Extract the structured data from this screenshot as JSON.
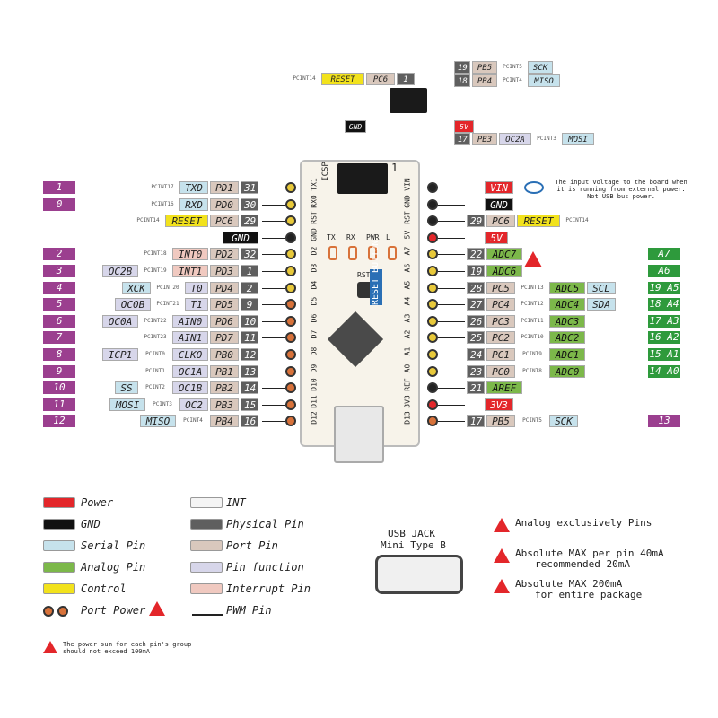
{
  "icsp": {
    "left_top": [
      "PCINT14",
      "RESET",
      "PC6",
      "1"
    ],
    "right_top": [
      [
        "19",
        "PB5",
        "PCINT5",
        "SCK"
      ],
      [
        "18",
        "PB4",
        "PCINT4",
        "MISO"
      ]
    ],
    "gnd": "GND",
    "bottom_right": [
      [
        "5V"
      ],
      [
        "17",
        "PB3",
        "OC2A",
        "PCINT3",
        "MOSI"
      ]
    ],
    "board_label": "ICSP",
    "board_num": "1"
  },
  "left_rows": [
    {
      "dig": "1",
      "parts": [
        "PCINT17",
        "TXD",
        "PD1",
        "31"
      ],
      "pin": "y"
    },
    {
      "dig": "0",
      "parts": [
        "PCINT16",
        "RXD",
        "PD0",
        "30"
      ],
      "pin": "y"
    },
    {
      "dig": "",
      "parts": [
        "PCINT14",
        "RESET",
        "PC6",
        "29"
      ],
      "pin": "y"
    },
    {
      "dig": "",
      "parts": [
        "GND"
      ],
      "pin": "k"
    },
    {
      "dig": "2",
      "parts": [
        "PCINT18",
        "INT0",
        "PD2",
        "32"
      ],
      "pin": "y"
    },
    {
      "dig": "3",
      "parts": [
        "OC2B",
        "PCINT19",
        "INT1",
        "PD3",
        "1"
      ],
      "pin": "y"
    },
    {
      "dig": "4",
      "parts": [
        "XCK",
        "PCINT20",
        "T0",
        "PD4",
        "2"
      ],
      "pin": "y"
    },
    {
      "dig": "5",
      "parts": [
        "OC0B",
        "PCINT21",
        "T1",
        "PD5",
        "9"
      ],
      "pin": "o"
    },
    {
      "dig": "6",
      "parts": [
        "OC0A",
        "PCINT22",
        "AIN0",
        "PD6",
        "10"
      ],
      "pin": "o"
    },
    {
      "dig": "7",
      "parts": [
        "PCINT23",
        "AIN1",
        "PD7",
        "11"
      ],
      "pin": "o"
    },
    {
      "dig": "8",
      "parts": [
        "ICP1",
        "PCINT0",
        "CLKO",
        "PB0",
        "12"
      ],
      "pin": "o"
    },
    {
      "dig": "9",
      "parts": [
        "PCINT1",
        "OC1A",
        "PB1",
        "13"
      ],
      "pin": "o"
    },
    {
      "dig": "10",
      "parts": [
        "SS",
        "PCINT2",
        "OC1B",
        "PB2",
        "14"
      ],
      "pin": "o"
    },
    {
      "dig": "11",
      "parts": [
        "MOSI",
        "PCINT3",
        "OC2",
        "PB3",
        "15"
      ],
      "pin": "o"
    },
    {
      "dig": "12",
      "parts": [
        "MISO",
        "PCINT4",
        "PB4",
        "16"
      ],
      "pin": "o"
    }
  ],
  "right_rows": [
    {
      "parts": [
        "VIN"
      ],
      "ana": "",
      "pin": "k"
    },
    {
      "parts": [
        "GND"
      ],
      "ana": "",
      "pin": "k"
    },
    {
      "parts": [
        "29",
        "PC6",
        "RESET",
        "PCINT14"
      ],
      "ana": "",
      "pin": "k"
    },
    {
      "parts": [
        "5V"
      ],
      "ana": "",
      "pin": "r"
    },
    {
      "parts": [
        "22",
        "ADC7"
      ],
      "ana": "A7",
      "pin": "y"
    },
    {
      "parts": [
        "19",
        "ADC6"
      ],
      "ana": "A6",
      "pin": "y"
    },
    {
      "parts": [
        "28",
        "PC5",
        "PCINT13",
        "ADC5",
        "SCL"
      ],
      "ana": "19 A5",
      "pin": "y"
    },
    {
      "parts": [
        "27",
        "PC4",
        "PCINT12",
        "ADC4",
        "SDA"
      ],
      "ana": "18 A4",
      "pin": "y"
    },
    {
      "parts": [
        "26",
        "PC3",
        "PCINT11",
        "ADC3"
      ],
      "ana": "17 A3",
      "pin": "y"
    },
    {
      "parts": [
        "25",
        "PC2",
        "PCINT10",
        "ADC2"
      ],
      "ana": "16 A2",
      "pin": "y"
    },
    {
      "parts": [
        "24",
        "PC1",
        "PCINT9",
        "ADC1"
      ],
      "ana": "15 A1",
      "pin": "y"
    },
    {
      "parts": [
        "23",
        "PC0",
        "PCINT8",
        "ADC0"
      ],
      "ana": "14 A0",
      "pin": "y"
    },
    {
      "parts": [
        "21",
        "AREF"
      ],
      "ana": "",
      "pin": "k"
    },
    {
      "parts": [
        "3V3"
      ],
      "ana": "",
      "pin": "r"
    },
    {
      "parts": [
        "17",
        "PB5",
        "PCINT5",
        "SCK"
      ],
      "ana": "13",
      "pin": "o"
    }
  ],
  "vin_note": "The input voltage to the board when it is running from external power. Not USB bus power.",
  "board": {
    "left_pins": [
      "TX1",
      "RX0",
      "RST",
      "GND",
      "D2",
      "D3",
      "D4",
      "D5",
      "D6",
      "D7",
      "D8",
      "D9",
      "D10",
      "D11",
      "D12"
    ],
    "right_pins": [
      "VIN",
      "GND",
      "RST",
      "5V",
      "A7",
      "A6",
      "A5",
      "A4",
      "A3",
      "A2",
      "A1",
      "A0",
      "REF",
      "3V3",
      "D13"
    ],
    "leds": [
      "TX",
      "RX",
      "PWR",
      "L"
    ],
    "rst": "RST",
    "reset_button": "RESET BUTTON"
  },
  "legend_left": [
    {
      "label": "Power",
      "color": "#e3262a"
    },
    {
      "label": "GND",
      "color": "#111111"
    },
    {
      "label": "Serial Pin",
      "color": "#c6e2ec"
    },
    {
      "label": "Analog Pin",
      "color": "#7cb84a"
    },
    {
      "label": "Control",
      "color": "#f2e21c"
    },
    {
      "label": "Port Power",
      "color": "#d8723a"
    }
  ],
  "legend_mid": [
    {
      "label": "INT",
      "color": "#f4f4f4"
    },
    {
      "label": "Physical Pin",
      "color": "#5f5f5f"
    },
    {
      "label": "Port Pin",
      "color": "#d9c8bd"
    },
    {
      "label": "Pin function",
      "color": "#d7d6ea"
    },
    {
      "label": "Interrupt Pin",
      "color": "#f0c9c0"
    },
    {
      "label": "PWM Pin",
      "color": "#ffffff"
    }
  ],
  "usb": {
    "title1": "USB JACK",
    "title2": "Mini Type B"
  },
  "legend_right": [
    {
      "label": "Analog exclusively Pins"
    },
    {
      "label": "Absolute MAX per pin 40mA",
      "label2": "recommended 20mA"
    },
    {
      "label": "Absolute MAX 200mA",
      "label2": "for entire package"
    }
  ],
  "footnote": "The power sum for each pin's group should not exceed 100mA"
}
